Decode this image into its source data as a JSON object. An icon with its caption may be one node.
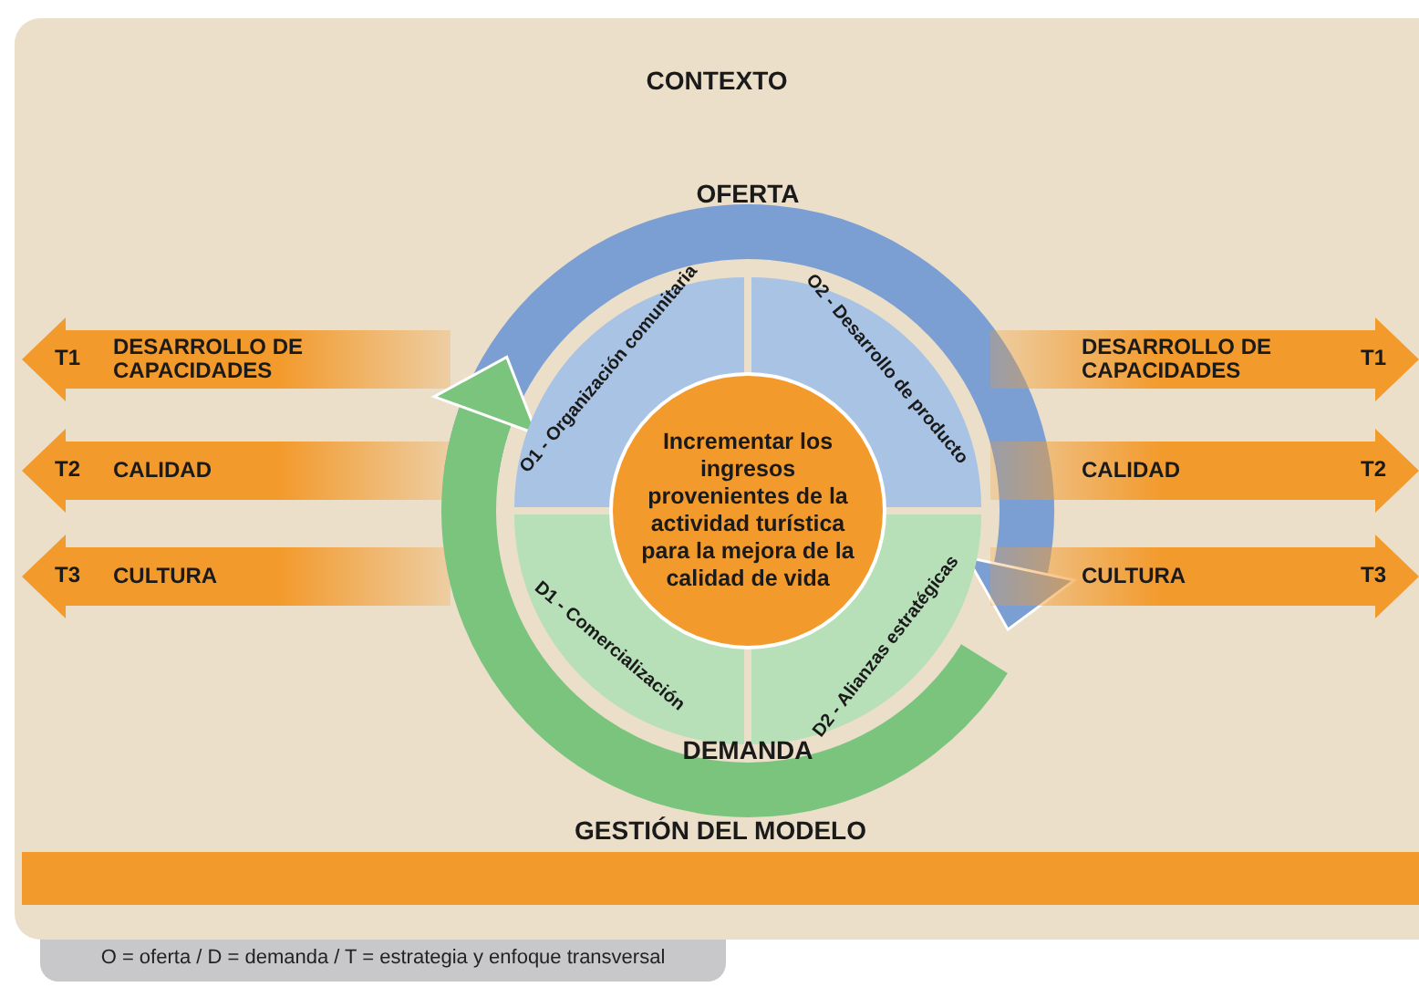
{
  "diagram": {
    "nodes": [
      {
        "text": [
          "CONTEXTO"
        ]
      },
      {
        "text": [
          "OFERTA"
        ],
        "in": 0
      },
      {
        "text": [
          "O1 - Organización comunitaria"
        ],
        "in": 0
      },
      {
        "text": [
          "O2 - Desarrollo de producto"
        ],
        "in": 0
      },
      {
        "text": [
          "Incrementar los ingresos provenientes de la actividad turística para la mejora de la calidad de vida"
        ],
        "in": 0
      },
      {
        "text": [
          "D1 - Comercialización"
        ],
        "in": 0
      },
      {
        "text": [
          "D2 - Alianzas estratégicas"
        ],
        "in": 0
      },
      {
        "text": [
          "DEMANDA"
        ],
        "in": 0
      },
      {
        "text": [
          "T1",
          "DESARROLLO DE CAPACIDADES"
        ],
        "in": 0
      },
      {
        "text": [
          "DESARROLLO DE CAPACIDADES",
          "T1"
        ],
        "in": 0
      },
      {
        "text": [
          "T2",
          "CALIDAD"
        ],
        "in": 0
      },
      {
        "text": [
          "CALIDAD",
          "T2"
        ],
        "in": 0
      },
      {
        "text": [
          "T3",
          "CULTURA"
        ],
        "in": 0
      },
      {
        "text": [
          "CULTURA",
          "T3"
        ],
        "in": 0
      },
      {
        "text": [
          "GESTIÓN DEL MODELO"
        ],
        "in": 0
      }
    ],
    "labels": [
      "O = oferta / D = demanda / T = estrategia y enfoque transversal"
    ]
  }
}
